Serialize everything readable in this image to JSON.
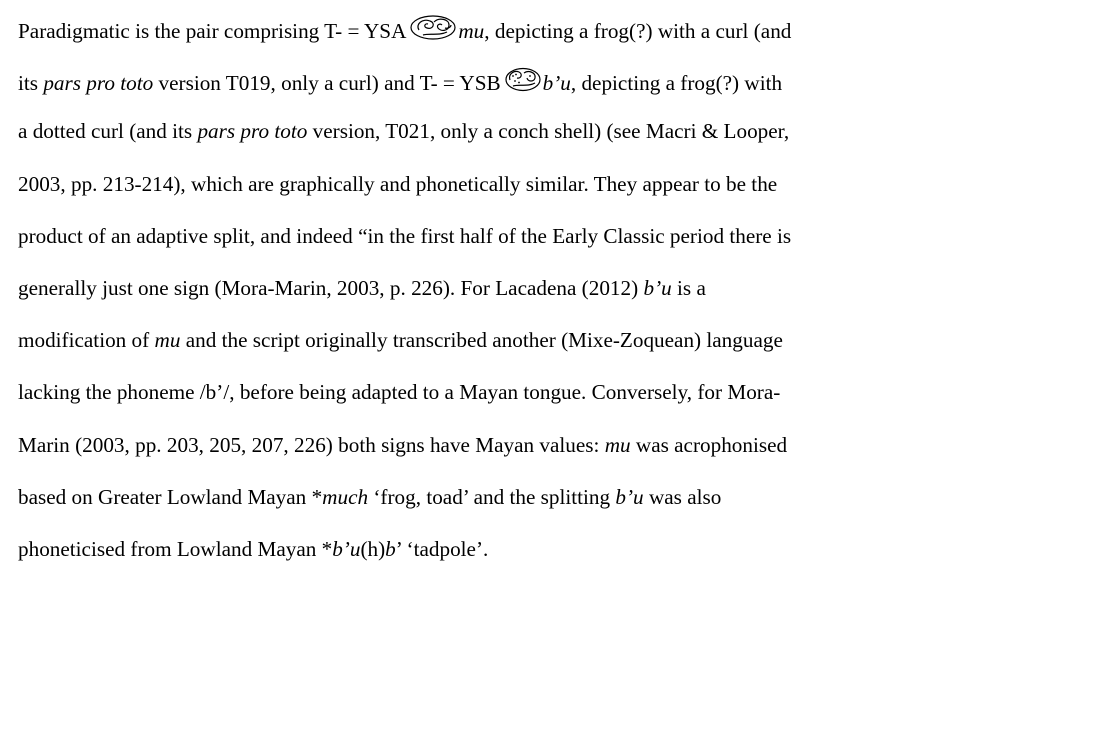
{
  "paragraph": {
    "lines": [
      {
        "a": "Paradigmatic is the pair comprising T- = YSA",
        "b": "mu",
        "c": ", depicting a frog(?) with a curl (and"
      },
      {
        "a": "its ",
        "b": "pars pro toto",
        "c": " version T019, only a curl) and T- = YSB",
        "d": "b’u",
        "e": ", depicting a frog(?) with"
      },
      {
        "a": "a dotted curl (and its ",
        "b": "pars pro toto",
        "c": " version, T021, only a conch shell) (see Macri & Looper,"
      },
      {
        "a": "2003, pp. 213-214), which are graphically and phonetically similar. They appear to be the"
      },
      {
        "a": "product of an adaptive split, and indeed “in the first half of the Early Classic period there is"
      },
      {
        "a": "generally just one sign (Mora-Marin, 2003, p. 226). For Lacadena (2012) ",
        "b": "b’u",
        "c": " is a"
      },
      {
        "a": "modification of ",
        "b": "mu",
        "c": " and the script originally transcribed another (Mixe-Zoquean) language"
      },
      {
        "a": "lacking the phoneme /b’/, before being adapted to a Mayan tongue. Conversely, for Mora-"
      },
      {
        "a": "Marin (2003, pp. 203, 205, 207, 226) both signs have Mayan values: ",
        "b": "mu",
        "c": " was acrophonised"
      },
      {
        "a": "based on Greater Lowland Mayan *",
        "b": "much",
        "c": " ‘frog, toad’ and the splitting ",
        "d": "b’u",
        "e": " was also"
      },
      {
        "a": "phoneticised from Lowland Mayan *",
        "b": "b’u",
        "c": "(h)",
        "d": "b",
        "e": "’ ‘tadpole’."
      }
    ]
  },
  "glyphs": {
    "ysa": "frog-curl-glyph-icon",
    "ysb": "frog-dotted-curl-glyph-icon"
  }
}
